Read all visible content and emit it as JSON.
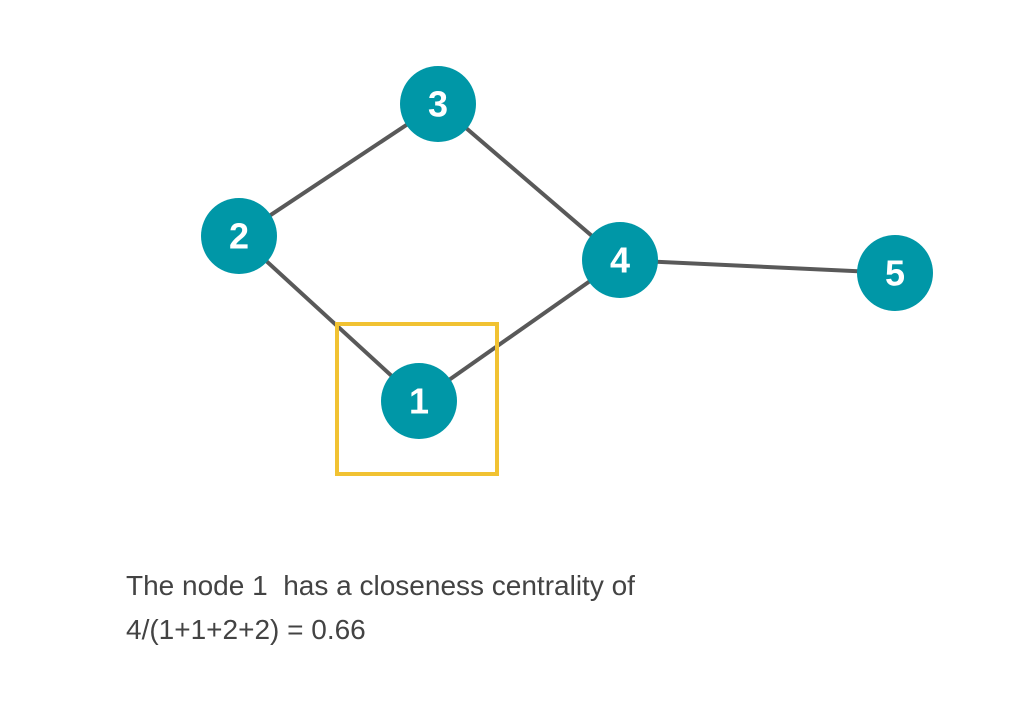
{
  "graph": {
    "nodes": [
      {
        "id": "1",
        "label": "1"
      },
      {
        "id": "2",
        "label": "2"
      },
      {
        "id": "3",
        "label": "3"
      },
      {
        "id": "4",
        "label": "4"
      },
      {
        "id": "5",
        "label": "5"
      }
    ],
    "edges": [
      {
        "from": "2",
        "to": "3"
      },
      {
        "from": "3",
        "to": "4"
      },
      {
        "from": "2",
        "to": "1"
      },
      {
        "from": "1",
        "to": "4"
      },
      {
        "from": "4",
        "to": "5"
      }
    ],
    "highlighted_node": "1"
  },
  "colors": {
    "node_fill": "#0097a7",
    "node_text": "#ffffff",
    "edge": "#595959",
    "highlight": "#f1c232",
    "caption_text": "#434343"
  },
  "caption": {
    "line1": "The node 1  has a closeness centrality of",
    "line2": "4/(1+1+2+2) = 0.66"
  }
}
